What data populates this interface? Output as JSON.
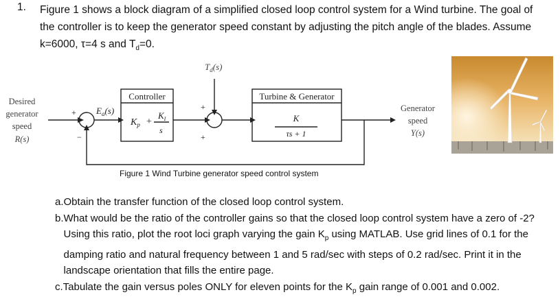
{
  "question": {
    "number": "1.",
    "text": "Figure 1 shows a block diagram of a simplified closed loop control system for a Wind turbine. The goal of the controller is to keep the generator speed constant by adjusting the pitch angle of the blades. Assume k=6000, τ=4 s and T",
    "sub_d": "d",
    "text_end": "=0."
  },
  "diagram": {
    "input_label": [
      "Desired",
      "generator",
      "speed",
      "R(s)"
    ],
    "output_label": [
      "Generator",
      "speed",
      "Y(s)"
    ],
    "error_label": "E",
    "error_sub": "a",
    "error_paren": "(s)",
    "disturbance_label": "T",
    "disturbance_sub": "d",
    "disturbance_paren": "(s)",
    "controller_title": "Controller",
    "controller_kp": "K",
    "controller_kp_sub": "p",
    "controller_plus": "+",
    "controller_ki": "K",
    "controller_ki_sub": "I",
    "controller_s": "s",
    "plant_title": "Turbine & Generator",
    "plant_num": "K",
    "plant_den": "τs + 1",
    "sum1_plus": "+",
    "sum1_minus": "−",
    "sum2_plus_top": "+",
    "sum2_plus_left": "+",
    "caption": "Figure 1 Wind Turbine generator speed control system"
  },
  "parts": [
    {
      "label": "a.",
      "text": "Obtain the transfer function of the closed loop control system."
    },
    {
      "label": "b.",
      "text": "What would be the ratio of the controller gains so that the closed loop control system have a zero of -2? Using this ratio, plot the root loci graph varying the gain K",
      "sub": "p",
      "text_end": " using MATLAB. Use grid lines of 0.1 for the damping ratio and natural frequency between 1 and 5 rad/sec with steps of 0.2 rad/sec. Print it in the landscape orientation that fills the entire page."
    },
    {
      "label": "c.",
      "text": "Tabulate the gain versus poles ONLY for eleven points for the K",
      "sub": "p",
      "text_end": " gain range of 0.001 and 0.002."
    }
  ]
}
